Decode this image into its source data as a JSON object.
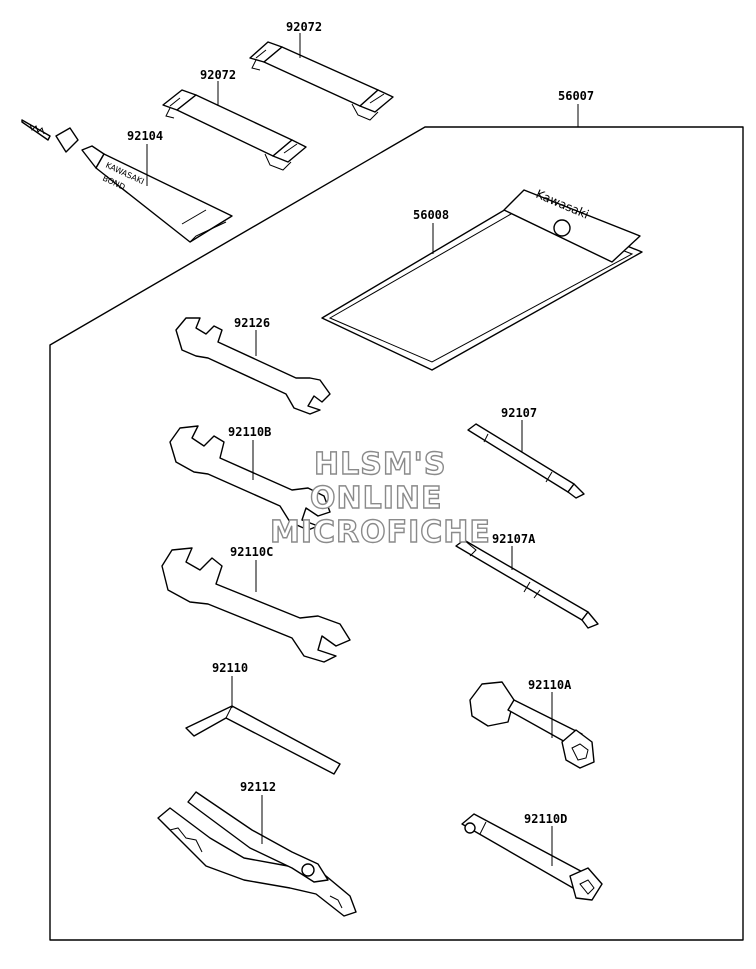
{
  "parts": {
    "strap_top": "92072",
    "strap_bottom": "92072",
    "bond_tube": "92104",
    "tool_kit": "56007",
    "tool_bag": "56008",
    "wrench_a": "92126",
    "wrench_b": "92110B",
    "wrench_c": "92110C",
    "hex_key": "92110",
    "pliers": "92112",
    "screwdriver_a": "92107",
    "screwdriver_b": "92107A",
    "box_wrench": "92110A",
    "plug_wrench": "92110D"
  },
  "imprints": {
    "bond_brand": "KAWASAKI",
    "bond_name": "BOND",
    "bag_brand": "Kawasaki"
  },
  "watermark": {
    "line1": "HLSM'S",
    "line2": "ONLINE",
    "line3": "MICROFICHE"
  }
}
